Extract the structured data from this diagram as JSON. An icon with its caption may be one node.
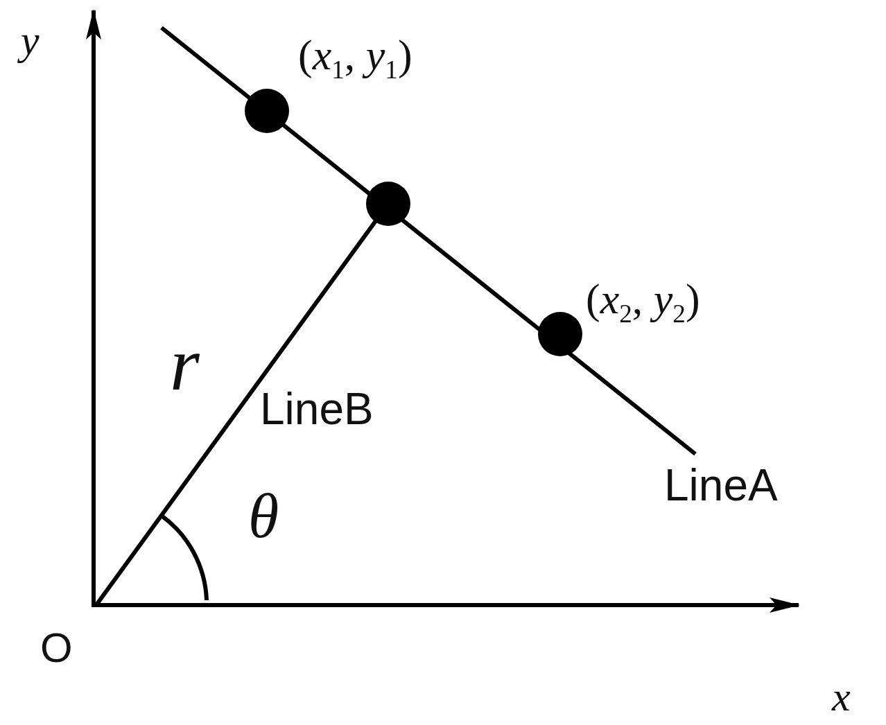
{
  "diagram": {
    "nodes": [
      {
        "text": [],
        "shape": "circle",
        "beside": [
          "(*x*$_{1}$, *y*$_{1}$)"
        ]
      },
      {
        "text": [],
        "shape": "circle"
      },
      {
        "text": [],
        "shape": "circle",
        "beside": [
          "(*x*$_{2}$, *y*$_{2}$)"
        ]
      }
    ],
    "labels": [
      "y",
      "x",
      "O",
      "r",
      "θ",
      "LineB",
      "LineA"
    ]
  }
}
